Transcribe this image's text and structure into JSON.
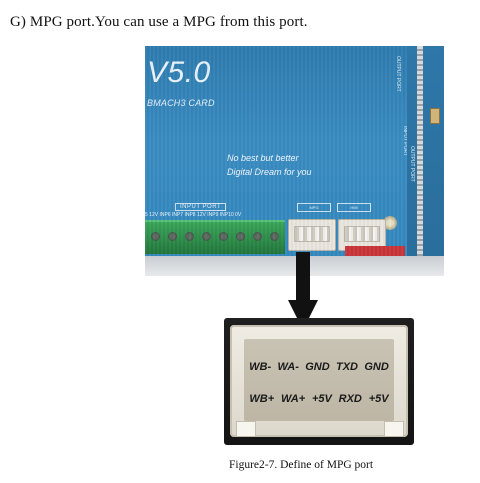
{
  "heading": "G) MPG port.You can use a MPG from this port.",
  "board": {
    "version": "V5.0",
    "card_name": "BMACH3 CARD",
    "slogan_line1": "No best but better",
    "slogan_line2": "Digital Dream for you",
    "input_port_label": "INPUT PORT",
    "pin_labels": "5 12V INP6 INP7 INP8 12V INP9 INP10 0V",
    "mpg_label": "MPG",
    "hmi_label": "HMI",
    "side_label_1": "OUTPUT PORT",
    "side_label_2": "INPUT PORT",
    "side_label_3": "OUTPUT PORT"
  },
  "connector": {
    "top_row": [
      "WB-",
      "WA-",
      "GND",
      "TXD",
      "GND"
    ],
    "bottom_row": [
      "WB+",
      "WA+",
      "+5V",
      "RXD",
      "+5V"
    ]
  },
  "caption": "Figure2-7.  Define of MPG port",
  "colors": {
    "pcb_blue": "#3a8cc2",
    "terminal_green": "#2b8a47",
    "arrow": "#111111",
    "connector_housing": "#efece4"
  }
}
